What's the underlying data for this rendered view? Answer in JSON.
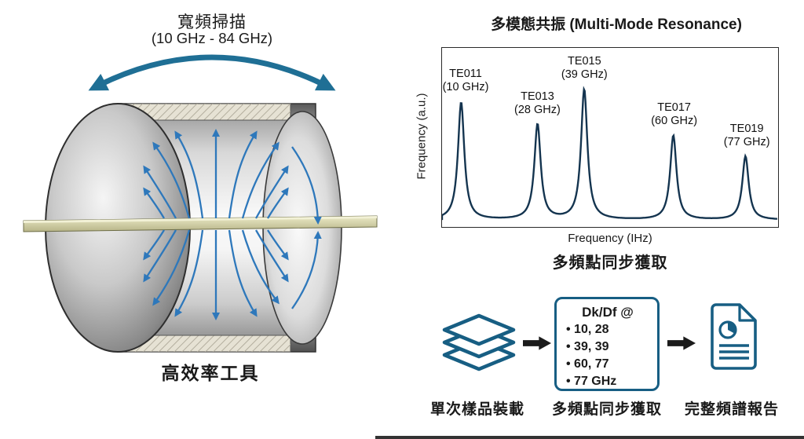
{
  "colors": {
    "accent_teal": "#175e83",
    "sweep_arrow": "#1f6f95",
    "field_blue": "#2e78bb",
    "curve_navy": "#14344f",
    "flow_arrow": "#1b1b1b",
    "plate": "#d6d6a8"
  },
  "left_panel": {
    "sweep_title": "寬頻掃描",
    "sweep_range": "(10 GHz - 84 GHz)",
    "caption": "高效率工具"
  },
  "resonance_panel": {
    "title": "多模態共振 (Multi-Mode Resonance)",
    "ylabel": "Frequency (a.u.)",
    "xlabel": "Frequency (IHz)",
    "caption": "多頻點同步獲取"
  },
  "chart_data": {
    "type": "line",
    "title": "多模態共振 (Multi-Mode Resonance)",
    "xlabel": "Frequency (IHz)",
    "ylabel": "Frequency (a.u.)",
    "xlim_ghz": [
      5.5,
      84.5
    ],
    "grid": false,
    "legend": false,
    "peaks": [
      {
        "mode": "TE011",
        "label_freq": "(10 GHz)",
        "freq_ghz": 10,
        "rel_height": 0.74,
        "width_ghz": 0.9
      },
      {
        "mode": "TE013",
        "label_freq": "(28 GHz)",
        "freq_ghz": 28,
        "rel_height": 0.6,
        "width_ghz": 0.9
      },
      {
        "mode": "TE015",
        "label_freq": "(39 GHz)",
        "freq_ghz": 39,
        "rel_height": 0.82,
        "width_ghz": 0.9
      },
      {
        "mode": "TE017",
        "label_freq": "(60 GHz)",
        "freq_ghz": 60,
        "rel_height": 0.53,
        "width_ghz": 0.9
      },
      {
        "mode": "TE019",
        "label_freq": "(77 GHz)",
        "freq_ghz": 77,
        "rel_height": 0.4,
        "width_ghz": 0.9
      }
    ]
  },
  "workflow": {
    "box_title": "Dk/Df @",
    "box_items": [
      "• 10, 28",
      "• 39, 39",
      "• 60, 77",
      "• 77 GHz"
    ],
    "step1_label": "單次樣品裝載",
    "step2_label": "多頻點同步獲取",
    "step3_label": "完整頻譜報告"
  }
}
